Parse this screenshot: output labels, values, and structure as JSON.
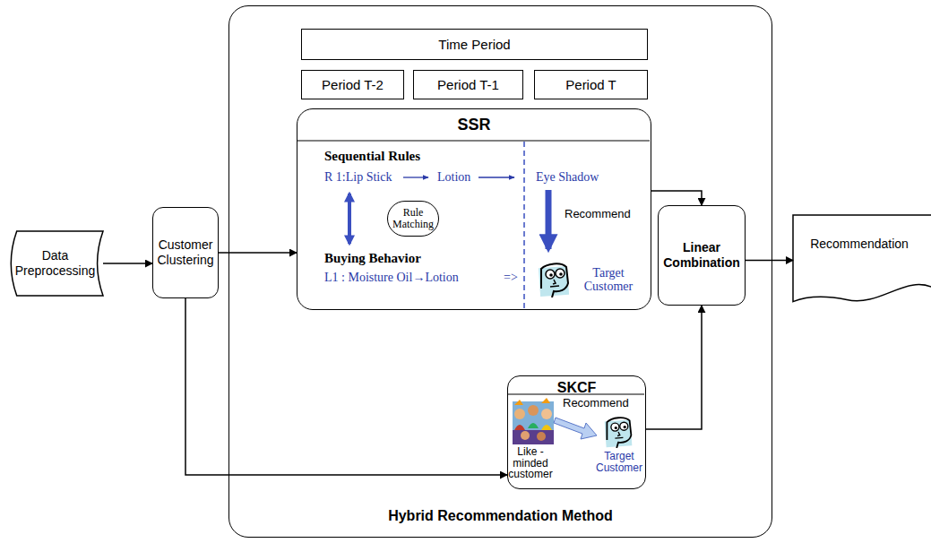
{
  "diagram": {
    "title": "Hybrid Recommendation Method",
    "nodes": [
      {
        "text": [
          "Data Preprocessing"
        ]
      },
      {
        "text": [
          "Customer Clustering"
        ]
      },
      {
        "text": [
          "Hybrid Recommendation Method"
        ]
      },
      {
        "text": [
          "Time Period"
        ],
        "in": 2
      },
      {
        "text": [
          "Period T-2"
        ],
        "in": 2
      },
      {
        "text": [
          "Period T-1"
        ],
        "in": 2
      },
      {
        "text": [
          "Period T"
        ],
        "in": 2
      },
      {
        "text": [
          "SSR"
        ],
        "in": 2
      },
      {
        "text": [
          "Rule Matching"
        ],
        "in": 7
      },
      {
        "text": [
          "Linear Combination"
        ],
        "in": 2
      },
      {
        "text": [
          "SKCF"
        ],
        "in": 2
      },
      {
        "text": [
          "Recommendation"
        ]
      }
    ],
    "edges": [
      {
        "from": 0,
        "to": 1,
        "arrow": "to"
      },
      {
        "from": 1,
        "to": 7,
        "arrow": "to"
      },
      {
        "from": 1,
        "to": 10,
        "arrow": "to"
      },
      {
        "from": 7,
        "to": 9,
        "arrow": "to"
      },
      {
        "from": 10,
        "to": 9,
        "arrow": "to"
      },
      {
        "from": 9,
        "to": 11,
        "arrow": "to"
      }
    ],
    "labels": [
      "Sequential Rules",
      "R 1:Lip Stick",
      "Lotion",
      "Eye Shadow",
      "Recommend",
      "Buying Behavior",
      "L1 : Moisture Oil→Lotion",
      "=>",
      "Target Customer",
      "Recommend",
      "Like - minded customer",
      "Target Customer"
    ]
  }
}
